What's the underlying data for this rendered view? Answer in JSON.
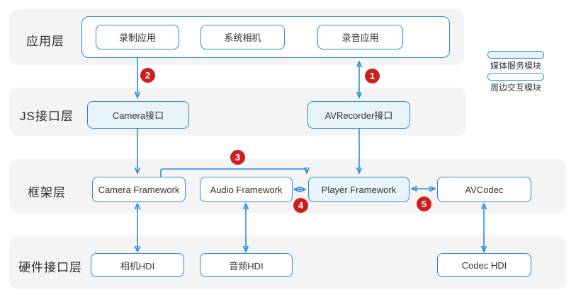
{
  "layers": {
    "app": {
      "label": "应用层"
    },
    "js": {
      "label": "JS接口层"
    },
    "framework": {
      "label": "框架层"
    },
    "hardware": {
      "label": "硬件接口层"
    }
  },
  "nodes": {
    "recording_app": "录制应用",
    "system_camera": "系统相机",
    "audio_recording_app": "录音应用",
    "camera_api": "Camera接口",
    "avrecorder_api": "AVRecorder接口",
    "camera_framework": "Camera Framework",
    "audio_framework": "Audio Framework",
    "player_framework": "Player Framework",
    "avcodec": "AVCodec",
    "camera_hdi": "相机HDI",
    "audio_hdi": "音频HDI",
    "codec_hdi": "Codec HDI"
  },
  "badges": {
    "step1": "1",
    "step2": "2",
    "step3": "3",
    "step4": "4",
    "step5": "5"
  },
  "legend": {
    "media_service": "媒体服务模块",
    "peripheral_interaction": "周边交互模块"
  },
  "colors": {
    "border_blue": "#2b87c8",
    "arrow_blue": "#2f8ed5",
    "highlight_fill": "#e8f4fc",
    "badge_red": "#cc1e1e",
    "band_gray": "#f4f4f5",
    "text": "#333333"
  }
}
